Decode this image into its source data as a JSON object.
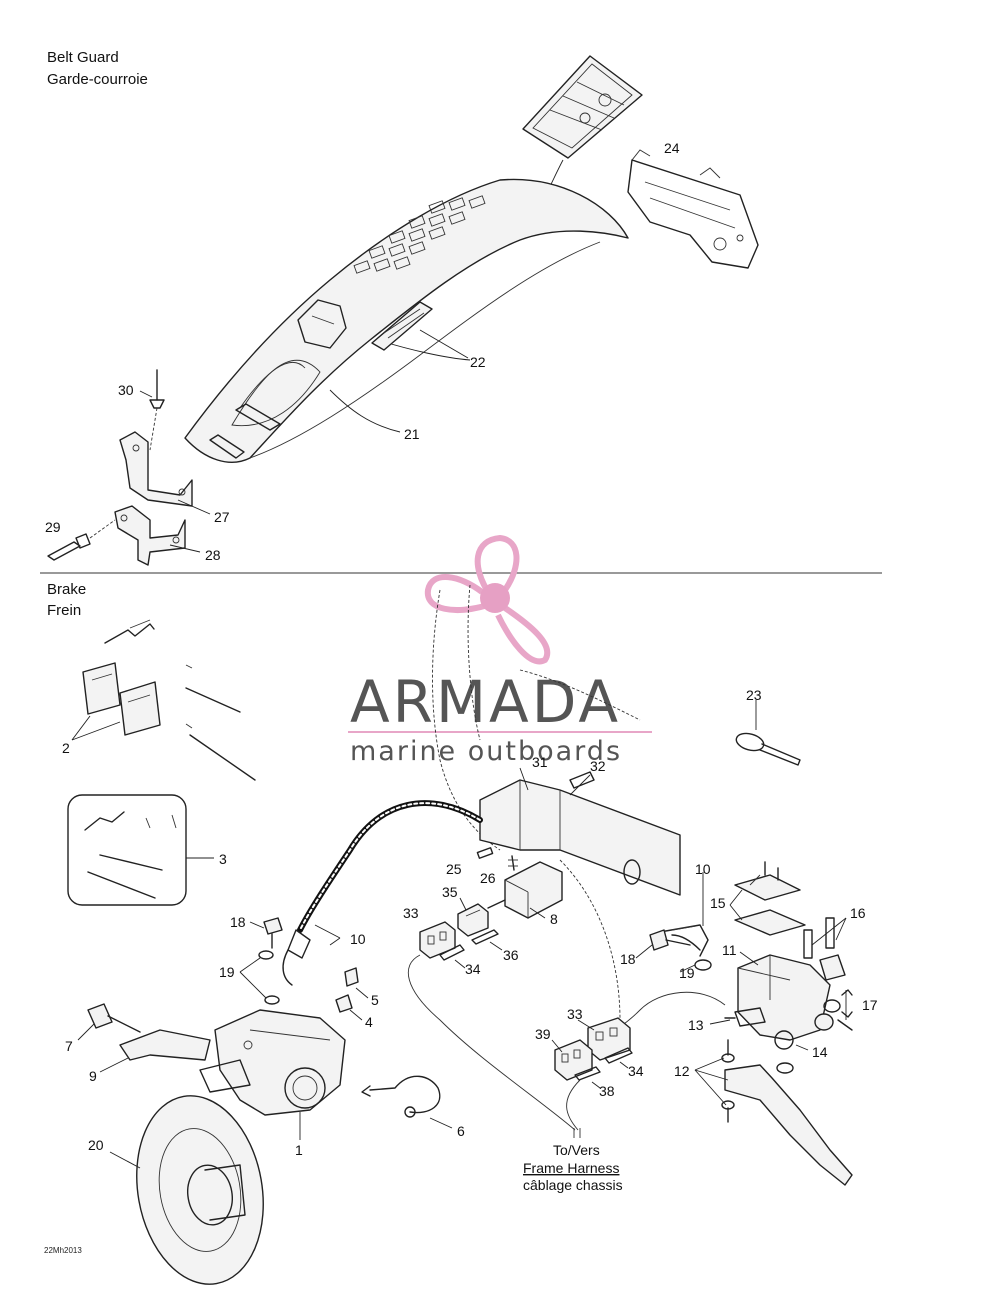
{
  "sections": {
    "belt_guard_en": "Belt Guard",
    "belt_guard_fr": "Garde-courroie",
    "brake_en": "Brake",
    "brake_fr": "Frein"
  },
  "destination": {
    "line1": "To/Vers",
    "line2": "Frame Harness",
    "line3": "câblage chassis"
  },
  "drawing_code": "22Mh2013",
  "watermark": {
    "brand": "ARMADA",
    "tagline": "marine outboards",
    "colors": {
      "propeller": "#e8a6c8",
      "hub": "#e6a0c4",
      "text": "#555555"
    }
  },
  "callouts": {
    "c24": "24",
    "c22": "22",
    "c21": "21",
    "c30": "30",
    "c27": "27",
    "c29": "29",
    "c28": "28",
    "c23": "23",
    "c2": "2",
    "c31": "31",
    "c32": "32",
    "c3": "3",
    "c25": "25",
    "c26": "26",
    "c10a": "10",
    "c15": "15",
    "c16": "16",
    "c35": "35",
    "c8": "8",
    "c33a": "33",
    "c36": "36",
    "c18a": "18",
    "c10b": "10",
    "c11": "11",
    "c34a": "34",
    "c18b": "18",
    "c19a": "19",
    "c19b": "19",
    "c17": "17",
    "c5": "5",
    "c4": "4",
    "c13": "13",
    "c33b": "33",
    "c14": "14",
    "c7": "7",
    "c39": "39",
    "c9": "9",
    "c34b": "34",
    "c12": "12",
    "c38": "38",
    "c6": "6",
    "c20": "20",
    "c1": "1"
  }
}
